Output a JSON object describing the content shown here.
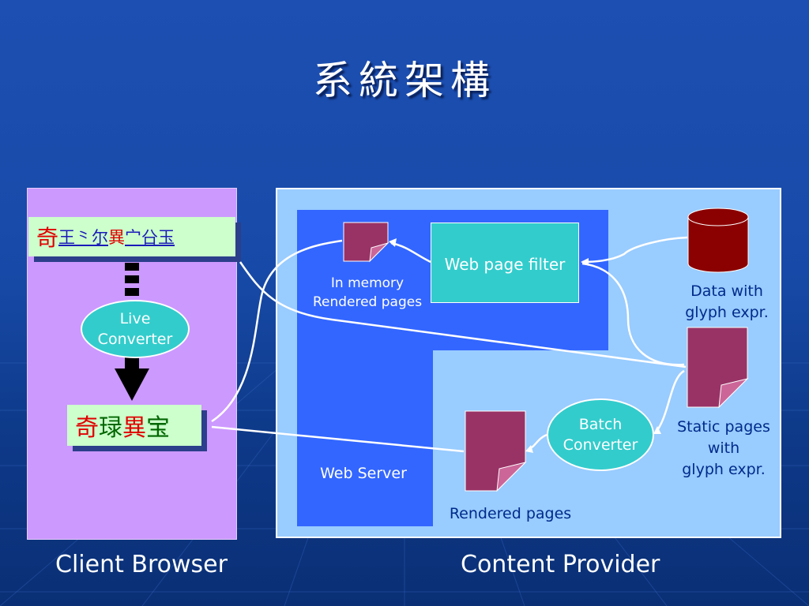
{
  "title": "系統架構",
  "client": {
    "label": "Client Browser",
    "glyph_box_1": [
      {
        "text": "奇",
        "style": "red"
      },
      {
        "text": "王",
        "style": "blue-ul"
      },
      {
        "text": "⺀",
        "style": "blue-ul"
      },
      {
        "text": "尔",
        "style": "blue-ul"
      },
      {
        "text": "異",
        "style": "red"
      },
      {
        "text": "宀",
        "style": "blue-ul"
      },
      {
        "text": "㕣",
        "style": "blue-ul"
      },
      {
        "text": "玉",
        "style": "blue-ul"
      }
    ],
    "live_converter": [
      "Live",
      "Converter"
    ],
    "glyph_box_2": [
      {
        "text": "奇",
        "style": "red"
      },
      {
        "text": "琭",
        "style": "green"
      },
      {
        "text": "異",
        "style": "red"
      },
      {
        "text": "宝",
        "style": "green"
      }
    ]
  },
  "provider": {
    "label": "Content Provider",
    "web_server_label": "Web Server",
    "web_page_filter": "Web page filter",
    "in_memory_label": [
      "In memory",
      "Rendered pages"
    ],
    "data_label": [
      "Data with",
      "glyph expr."
    ],
    "static_label": [
      "Static pages",
      "with",
      "glyph expr."
    ],
    "batch_converter": [
      "Batch",
      "Converter"
    ],
    "rendered_label": "Rendered pages"
  },
  "colors": {
    "background": "#1d4fb2",
    "client_panel": "#cc99ff",
    "provider_panel": "#99ccff",
    "web_server": "#3366ff",
    "converter": "#33cccc",
    "document": "#993366",
    "database": "#8b0000",
    "glyph_box": "#ccffcc"
  }
}
